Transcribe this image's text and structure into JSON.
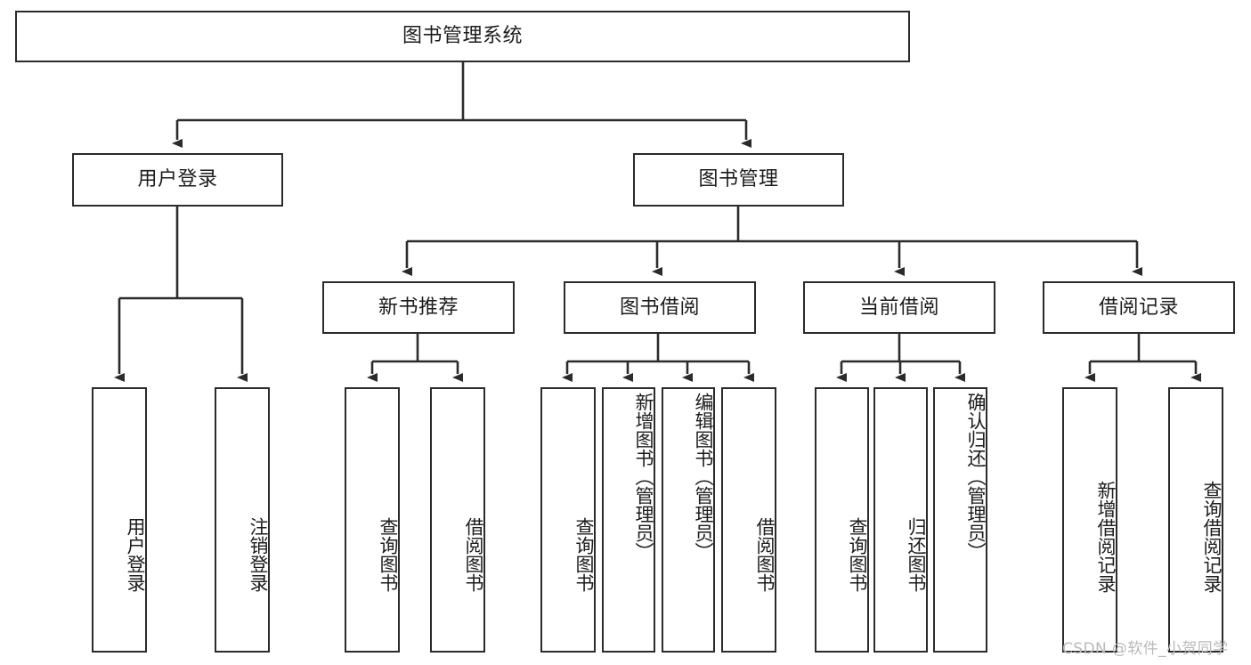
{
  "diagram": {
    "title": "图书管理系统",
    "root": {
      "label": "图书管理系统"
    },
    "level2": [
      {
        "label": "用户登录"
      },
      {
        "label": "图书管理"
      }
    ],
    "level3": [
      {
        "label": "新书推荐"
      },
      {
        "label": "图书借阅"
      },
      {
        "label": "当前借阅"
      },
      {
        "label": "借阅记录"
      }
    ],
    "leaves": {
      "user_login": [
        {
          "label": "用户登录"
        },
        {
          "label": "注销登录"
        }
      ],
      "new_book_recommend": [
        {
          "label": "查询图书"
        },
        {
          "label": "借阅图书"
        }
      ],
      "book_borrow": [
        {
          "label": "查询图书"
        },
        {
          "label": "新增图书（管理员）"
        },
        {
          "label": "编辑图书（管理员）"
        },
        {
          "label": "借阅图书"
        }
      ],
      "current_borrow": [
        {
          "label": "查询图书"
        },
        {
          "label": "归还图书"
        },
        {
          "label": "确认归还（管理员）"
        }
      ],
      "borrow_record": [
        {
          "label": "新增借阅记录"
        },
        {
          "label": "查询借阅记录"
        }
      ]
    }
  },
  "watermark": {
    "text": "CSDN @软件_小贺同学"
  },
  "colors": {
    "stroke": "#2b2b2b",
    "text": "#1c1c1c",
    "background": "#ffffff",
    "watermark": "#b9b9b9"
  }
}
